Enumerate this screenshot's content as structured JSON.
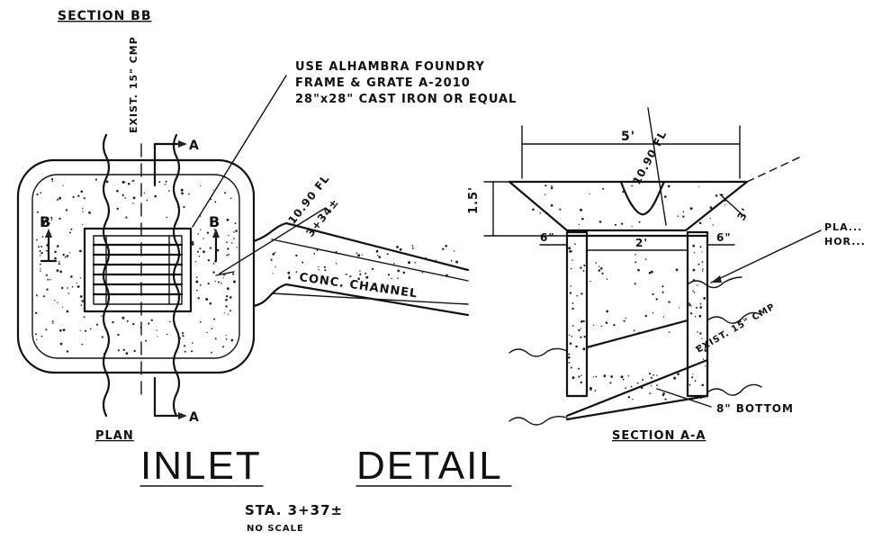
{
  "plan": {
    "section_bb_label": "SECTION BB",
    "exist_cmp_label": "EXIST. 15\" CMP",
    "section_marker_a": "A",
    "section_marker_b": "B",
    "elevation_label": "10.90 FL",
    "station_label": "3+34±",
    "channel_label": "CONC. CHANNEL",
    "plan_label": "PLAN"
  },
  "note": {
    "line1": "USE ALHAMBRA FOUNDRY",
    "line2": "FRAME & GRATE A-2010",
    "line3": "28\"x28\" CAST IRON OR EQUAL"
  },
  "section_aa": {
    "width_dim": "5'",
    "elevation_label": "10.90 FL",
    "depth_dim": "1.5'",
    "slope_dim": "3'",
    "left_wall_dim": "6\"",
    "opening_dim": "2'",
    "right_wall_dim": "6\"",
    "plaster_note": "PLA...",
    "plaster_note_2": "HOR...",
    "exist_cmp_label": "EXIST. 15\" CMP",
    "bottom_label": "8\" BOTTOM",
    "title": "SECTION A-A"
  },
  "title": {
    "word1": "INLET",
    "word2": "DETAIL",
    "station": "STA. 3+37±",
    "scale": "NO SCALE"
  }
}
